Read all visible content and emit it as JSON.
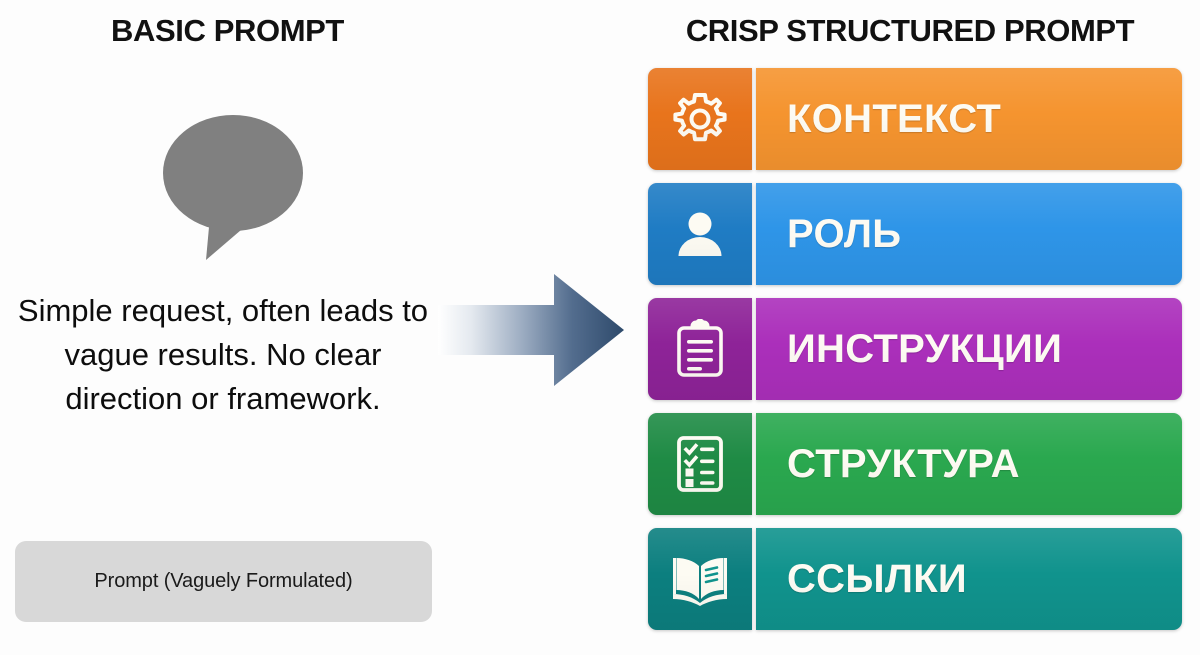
{
  "left_panel": {
    "heading": "BASIC PROMPT",
    "bubble_icon": "speech-bubble-icon",
    "bubble_color": "#808080",
    "body_text": "Simple request, often leads to vague results. No clear direction or framework.",
    "chip_label": "Prompt (Vaguely Formulated)",
    "chip_color": "#d8d8d8"
  },
  "arrow": {
    "icon": "right-arrow-icon",
    "gradient_from": "#ffffff",
    "gradient_to": "#2e4a6b"
  },
  "right_panel": {
    "heading": "CRISP STRUCTURED PROMPT",
    "items": [
      {
        "label": "КОНТЕКСТ",
        "icon": "gear-icon",
        "color_dark": "#e8741c",
        "color_light": "#f5942f"
      },
      {
        "label": "РОЛЬ",
        "icon": "person-icon",
        "color_dark": "#1f7cc4",
        "color_light": "#2e95e8"
      },
      {
        "label": "ИНСТРУКЦИИ",
        "icon": "clipboard-icon",
        "color_dark": "#8e2398",
        "color_light": "#ab2fbb"
      },
      {
        "label": "СТРУКТУРА",
        "icon": "checklist-icon",
        "color_dark": "#1f8b45",
        "color_light": "#2aa84f"
      },
      {
        "label": "ССЫЛКИ",
        "icon": "open-book-icon",
        "color_dark": "#0c7f7f",
        "color_light": "#10938d"
      }
    ]
  }
}
